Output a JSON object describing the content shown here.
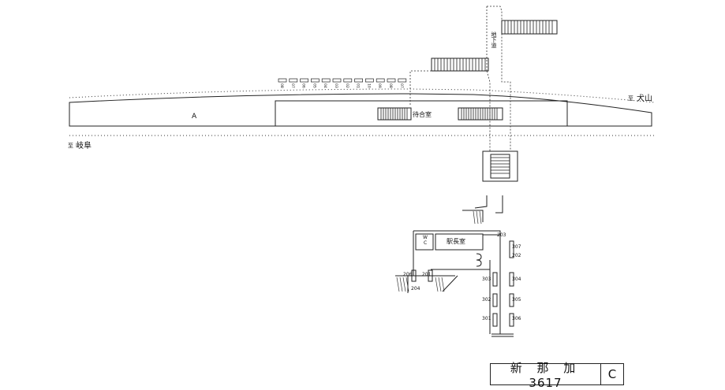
{
  "station": {
    "name": "新 那 加",
    "number": "3617",
    "grade": "C"
  },
  "directions": {
    "toward_inuyama_prefix": "至",
    "toward_inuyama": "犬山",
    "toward_gifu_prefix": "至",
    "toward_gifu": "岐阜"
  },
  "platform": {
    "label": "A"
  },
  "rooms": {
    "waiting_room": "待合室",
    "stationmaster": "駅長室",
    "wc": "W",
    "wc2": "C",
    "underpass": "地下道"
  },
  "car_stops": [
    "08",
    "07",
    "06",
    "05",
    "04",
    "03",
    "02",
    "01",
    "10",
    "09",
    "08",
    "07"
  ],
  "numbers": {
    "n203": "203",
    "n307": "307",
    "n202": "202",
    "n206": "206",
    "n201": "201",
    "n303": "303",
    "n304": "304",
    "n204": "204",
    "n302": "302",
    "n305": "305",
    "n301": "301",
    "n306": "306"
  }
}
